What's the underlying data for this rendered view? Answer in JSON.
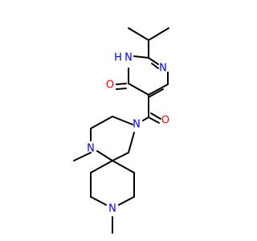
{
  "molecule": {
    "atom_labels": {
      "n_pyrimidine_1": "N",
      "nh_pyrimidine": "H",
      "n_pyrimidine_3": "N",
      "o_pyrimidinone": "O",
      "o_carbonyl": "O",
      "n_amide": "N",
      "n_methyl_piperazine": "N",
      "n_methyl_piperidine": "N"
    },
    "colors": {
      "nitrogen": "#0000ff",
      "oxygen": "#ff0000",
      "carbon_bond": "#000000",
      "background": "#ffffff"
    }
  }
}
